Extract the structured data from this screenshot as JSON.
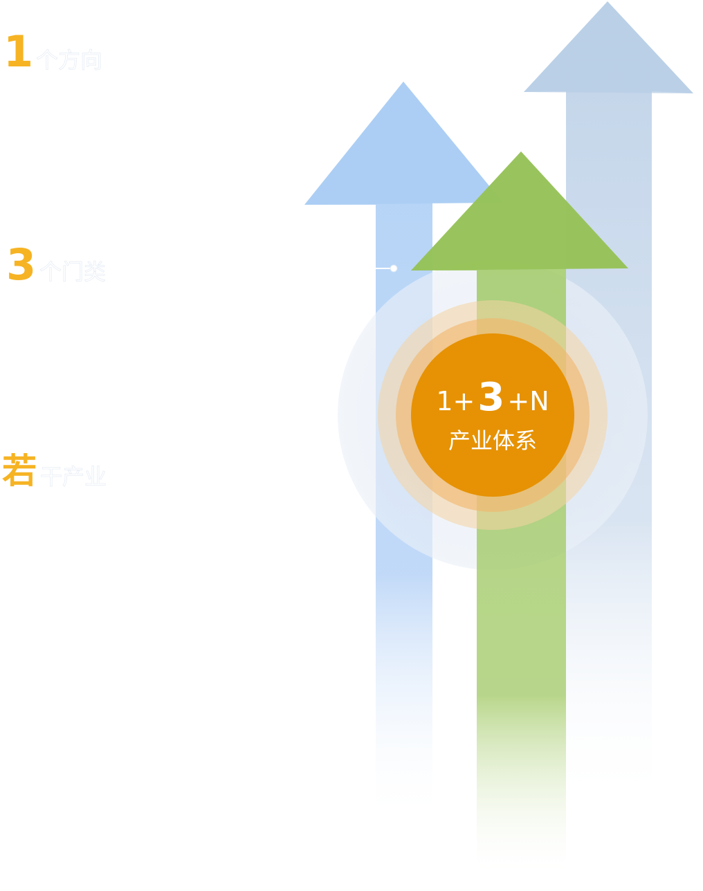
{
  "labels": [
    {
      "num": "1",
      "text": "个方向"
    },
    {
      "num": "3",
      "text": "个门类"
    },
    {
      "num": "若",
      "text": "干产业"
    }
  ],
  "center": {
    "prefix": "1+",
    "big": "3",
    "suffix": "+N",
    "caption": "产业体系"
  },
  "colors": {
    "accent_yellow": "#f6b323",
    "center_orange": "#e69204",
    "arrow_blue": "#a9ccf3",
    "arrow_green": "#9cc75f",
    "arrow_grey_blue": "#b7cde6",
    "label_text": "#ffffff"
  }
}
